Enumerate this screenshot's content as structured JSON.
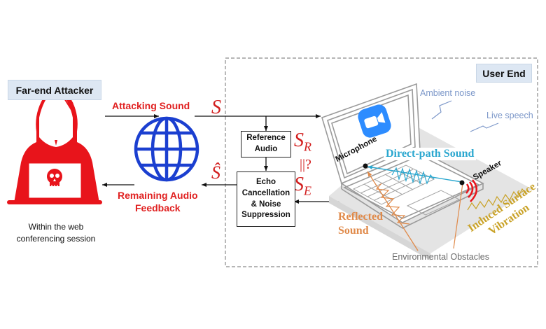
{
  "left": {
    "title": "Far-end Attacker",
    "caption_line1": "Within the web",
    "caption_line2": "conferencing session"
  },
  "flows": {
    "attacking_sound": "Attacking Sound",
    "remaining_line1": "Remaining Audio",
    "remaining_line2": "Feedback"
  },
  "symbols": {
    "s": "S",
    "s_hat": "Ŝ",
    "s_r_base": "S",
    "s_r_sub": "R",
    "s_e_base": "S",
    "s_e_sub": "E",
    "compare": "||?"
  },
  "boxes": {
    "reference_line1": "Reference",
    "reference_line2": "Audio",
    "echo_line1": "Echo",
    "echo_line2": "Cancellation",
    "echo_line3": "& Noise",
    "echo_line4": "Suppression"
  },
  "user_end": {
    "title": "User End",
    "ambient_noise": "Ambient noise",
    "live_speech": "Live speech",
    "microphone": "Microphone",
    "speaker": "Speaker",
    "direct_path": "Direct-path Sound",
    "reflected_line1": "Reflected",
    "reflected_line2": "Sound",
    "induced_line1": "Induced Surface",
    "induced_line2": "Vibration",
    "obstacles": "Environmental Obstacles"
  },
  "colors": {
    "attacker_red": "#e8141b",
    "globe_blue": "#1b3fd0",
    "zoom_blue": "#2d8cff",
    "direct_path_cyan": "#2aa7cf",
    "reflected_orange": "#e08a4a",
    "vibration_gold": "#c9a227",
    "ambient_blue": "#7d98c9"
  }
}
